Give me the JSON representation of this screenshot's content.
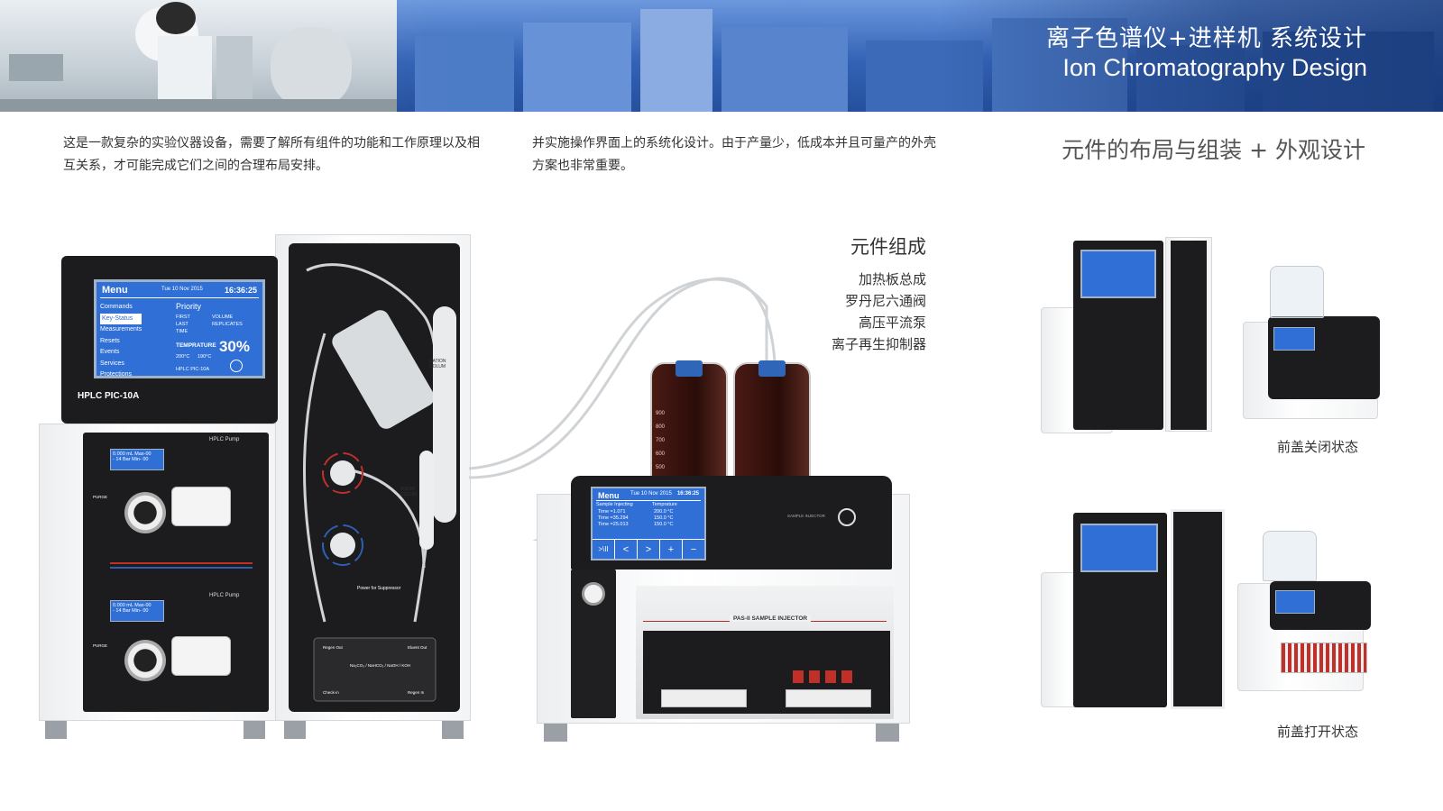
{
  "banner": {
    "title_cn": "离子色谱仪+进样机 系统设计",
    "title_en": "Ion Chromatography Design"
  },
  "intro": {
    "paragraph_1": "这是一款复杂的实验仪器设备，需要了解所有组件的功能和工作原理以及相互关系，才可能完成它们之间的合理布局安排。",
    "paragraph_2": "并实施操作界面上的系统化设计。由于产量少，低成本并且可量产的外壳方案也非常重要。"
  },
  "section_title": "元件的布局与组装 + 外观设计",
  "components": {
    "title": "元件组成",
    "items": [
      "加热板总成",
      "罗丹尼六通阀",
      "高压平流泵",
      "离子再生抑制器"
    ]
  },
  "hplc": {
    "model": "HPLC  PIC-10A",
    "screen": {
      "menu": "Menu",
      "date": "Tue 10 Nov 2015",
      "time": "16:36:25",
      "menu_items": [
        "Commands",
        "Key-Status",
        "Measurements",
        "Resets",
        "Events",
        "Services",
        "Protections"
      ],
      "selected_index": 1,
      "priority_label": "Priority",
      "first": "FIRST",
      "last": "LAST",
      "time_label": "TIME",
      "volume": "VOLUME",
      "replicates": "REPLICATES",
      "temperature_label": "TEMPRATURE",
      "percent": "30%",
      "temp_1": "200°C",
      "temp_2": "190°C",
      "footer": "HPLC  PIC-10A"
    },
    "pump_label": "HPLC Pump",
    "pump_readout_1": "0.000 mL  Max-00",
    "pump_readout_2": "- 14 Bar   Min- 00",
    "purge_label": "PURGE",
    "cation_colum": "CATION COLUM",
    "anion_colum": "ANION COLUM",
    "suppressor_power": "Power for Suppressor",
    "suppressor_text": "Na₂CO₃ / NaHCO₃ / NaOH / KOH",
    "regen_out": "Regen Out",
    "eluent_out": "Eluent Out",
    "check_in": "Check-in",
    "regen_in": "Regen In"
  },
  "injector": {
    "screen": {
      "menu": "Menu",
      "date": "Tue 10 Nov 2015",
      "time": "16:36:25",
      "col_1_title": "Sample Injecting",
      "col_1_rows": [
        "Time =1.071",
        "Time =35.294",
        "Time =25.013"
      ],
      "col_2_title": "Temprature",
      "col_2_rows": [
        "200.0 °C",
        "150.0 °C",
        "150.0 °C"
      ],
      "controls": [
        ">\\II",
        "<",
        ">",
        "+",
        "−"
      ]
    },
    "brand_label": "SAMPLE INJECTOR",
    "tray_label": "PAS-II SAMPLE INJECTOR",
    "bottle_marks": [
      "900",
      "800",
      "700",
      "600",
      "500"
    ]
  },
  "states": {
    "closed": "前盖关闭状态",
    "open": "前盖打开状态"
  }
}
